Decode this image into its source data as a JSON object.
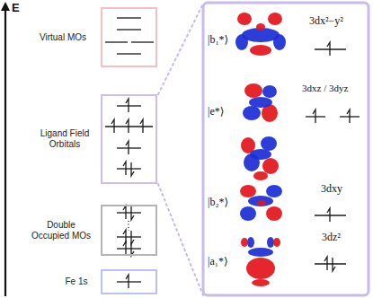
{
  "diagram": {
    "nodes": [
      {
        "text": [
          "Virtual MOs"
        ]
      },
      {
        "text": [
          "Ligand Field Orbitals"
        ]
      },
      {
        "text": [
          "Double Occupied MOs"
        ]
      },
      {
        "text": [
          "Fe 1s"
        ]
      }
    ],
    "labels": [
      "E",
      "|b₁*⟩",
      "3dx²−y²",
      "|e*⟩",
      "3dxz / 3dyz",
      "|b₂*⟩",
      "3dxy",
      "|a₁*⟩",
      "3dz²"
    ]
  }
}
